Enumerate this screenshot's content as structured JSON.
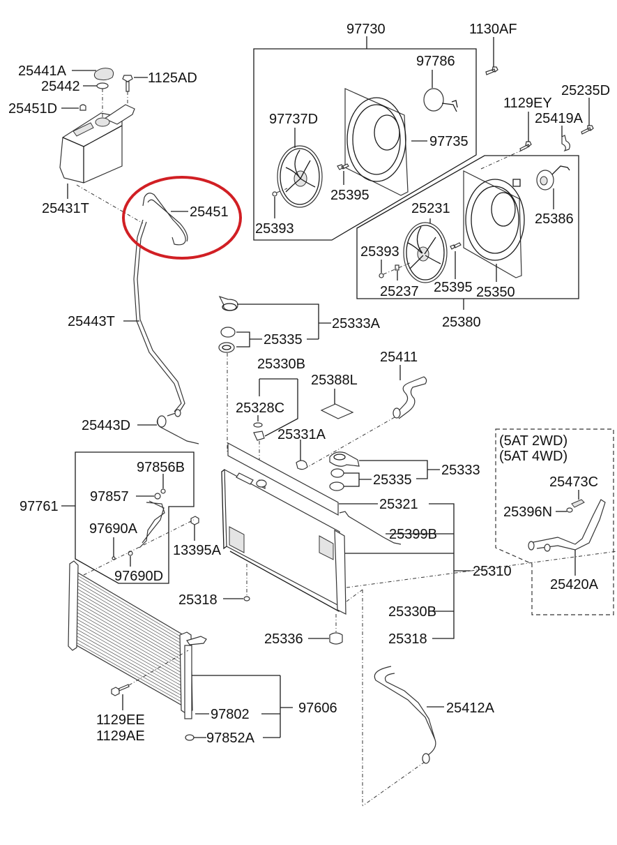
{
  "diagram": {
    "title": "Radiator / Cooling Fan / Condenser parts diagram",
    "highlight": {
      "part": "25451",
      "color": "#d11f24"
    },
    "variant_note": {
      "line1": "(5AT 2WD)",
      "line2": "(5AT 4WD)"
    },
    "labels": {
      "p25441A": "25441A",
      "p25442": "25442",
      "p1125AD": "1125AD",
      "p25451D": "25451D",
      "p25431T": "25431T",
      "p25451": "25451",
      "p25443T": "25443T",
      "p25443D": "25443D",
      "p97730": "97730",
      "p97786": "97786",
      "p97737D": "97737D",
      "p97735": "97735",
      "p25395a": "25395",
      "p25393a": "25393",
      "p1130AF": "1130AF",
      "p1129EY": "1129EY",
      "p25235D": "25235D",
      "p25419A": "25419A",
      "p25231": "25231",
      "p25386": "25386",
      "p25393b": "25393",
      "p25237": "25237",
      "p25395b": "25395",
      "p25350": "25350",
      "p25380": "25380",
      "p25333A": "25333A",
      "p25335a": "25335",
      "p25330Ba": "25330B",
      "p25328C": "25328C",
      "p25388L": "25388L",
      "p25411": "25411",
      "p25331A": "25331A",
      "p25333": "25333",
      "p25335b": "25335",
      "p25321": "25321",
      "p25399B": "25399B",
      "p25310": "25310",
      "p25330Bb": "25330B",
      "p25318b": "25318",
      "p25318a": "25318",
      "p25336": "25336",
      "p97761": "97761",
      "p97856B": "97856B",
      "p97857": "97857",
      "p97690A": "97690A",
      "p97690D": "97690D",
      "p13395A": "13395A",
      "p25473C": "25473C",
      "p25396N": "25396N",
      "p25420A": "25420A",
      "p25412A": "25412A",
      "p1129EE": "1129EE",
      "p1129AE": "1129AE",
      "p97802": "97802",
      "p97852A": "97852A",
      "p97606": "97606"
    }
  }
}
